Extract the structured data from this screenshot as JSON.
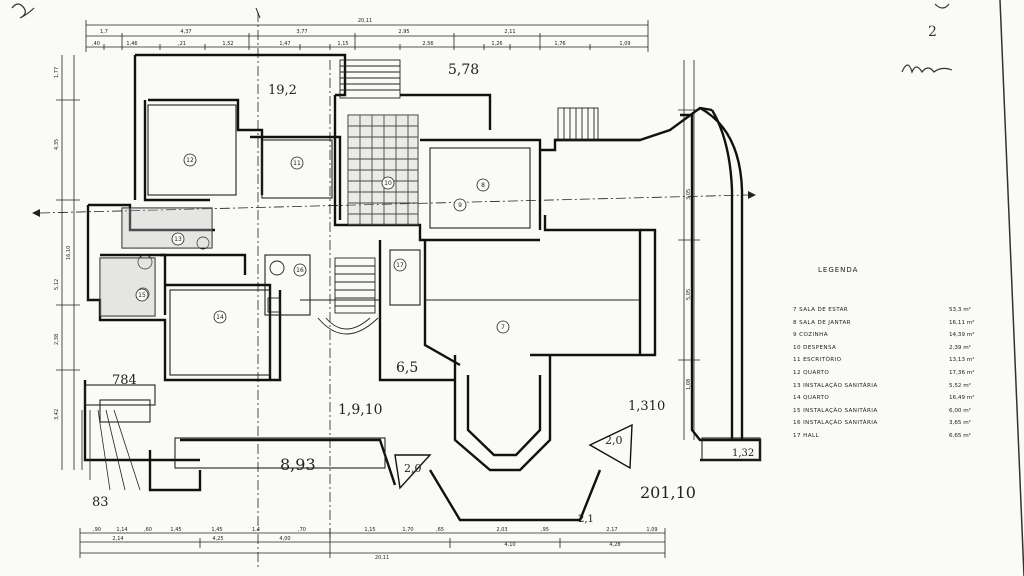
{
  "sheet": {
    "page_mark": "2",
    "corner_signature": "hand scribble"
  },
  "dimensions": {
    "top_total": "20,11",
    "bottom_total": "20,11",
    "top_row1": [
      "1,7",
      "4,37",
      "3,77",
      "2,95",
      "2,11"
    ],
    "top_row2": [
      ",40",
      "1,46",
      ",21",
      "1,52",
      "1,47",
      "1,15",
      "2,56",
      "1,26",
      "1,76",
      "1,09"
    ],
    "bottom_row1": [
      ",90",
      "1,14",
      ",60",
      "1,45",
      "1,45",
      "1,4",
      "",
      ",70",
      "1,15",
      "1,70",
      ",65",
      "2,03",
      ",95",
      "2,17",
      "1,09"
    ],
    "bottom_row2": [
      "2,14",
      "4,25",
      "4,00",
      "4,10",
      "4,28"
    ],
    "left_vertical": [
      "1,77",
      "4,35",
      "16,10",
      "5,12",
      "2,38",
      "3,42"
    ],
    "right_vertical": [
      "3,05",
      "5,05",
      "1,08"
    ]
  },
  "rooms": [
    {
      "num": "12"
    },
    {
      "num": "11"
    },
    {
      "num": "8"
    },
    {
      "num": "10"
    },
    {
      "num": "13"
    },
    {
      "num": "14"
    },
    {
      "num": "15"
    },
    {
      "num": "16"
    },
    {
      "num": "17"
    },
    {
      "num": "9"
    },
    {
      "num": "7"
    }
  ],
  "handwritten": {
    "top_right_area": "5,78",
    "room_area_a": "19,2",
    "living_area": "6,5",
    "hall_area": "1,9,10",
    "bottom_right_total": "201,10",
    "terrace_area": "8,93",
    "lower_left": "83",
    "left_area": "784",
    "right_corner": "1,32",
    "right_mid": "1,310",
    "bay_left": "2,0",
    "bay_right": "2,0",
    "bottom_misc": "2,1"
  },
  "legend": {
    "title": "LEGENDA",
    "items": [
      {
        "num": "7",
        "label": "SALA DE ESTAR",
        "area": "53,3 m²"
      },
      {
        "num": "8",
        "label": "SALA DE JANTAR",
        "area": "16,11 m²"
      },
      {
        "num": "9",
        "label": "COZINHA",
        "area": "14,39 m²"
      },
      {
        "num": "10",
        "label": "DESPENSA",
        "area": "2,39 m²"
      },
      {
        "num": "11",
        "label": "ESCRITÓRIO",
        "area": "13,13 m²"
      },
      {
        "num": "12",
        "label": "QUARTO",
        "area": "17,36 m²"
      },
      {
        "num": "13",
        "label": "INSTALAÇÃO SANITÁRIA",
        "area": "5,52 m²"
      },
      {
        "num": "14",
        "label": "QUARTO",
        "area": "16,49 m²"
      },
      {
        "num": "15",
        "label": "INSTALAÇÃO SANITÁRIA",
        "area": "6,00 m²"
      },
      {
        "num": "16",
        "label": "INSTALAÇÃO SANITÁRIA",
        "area": "3,65 m²"
      },
      {
        "num": "17",
        "label": "HALL",
        "area": "6,65 m²"
      }
    ]
  }
}
